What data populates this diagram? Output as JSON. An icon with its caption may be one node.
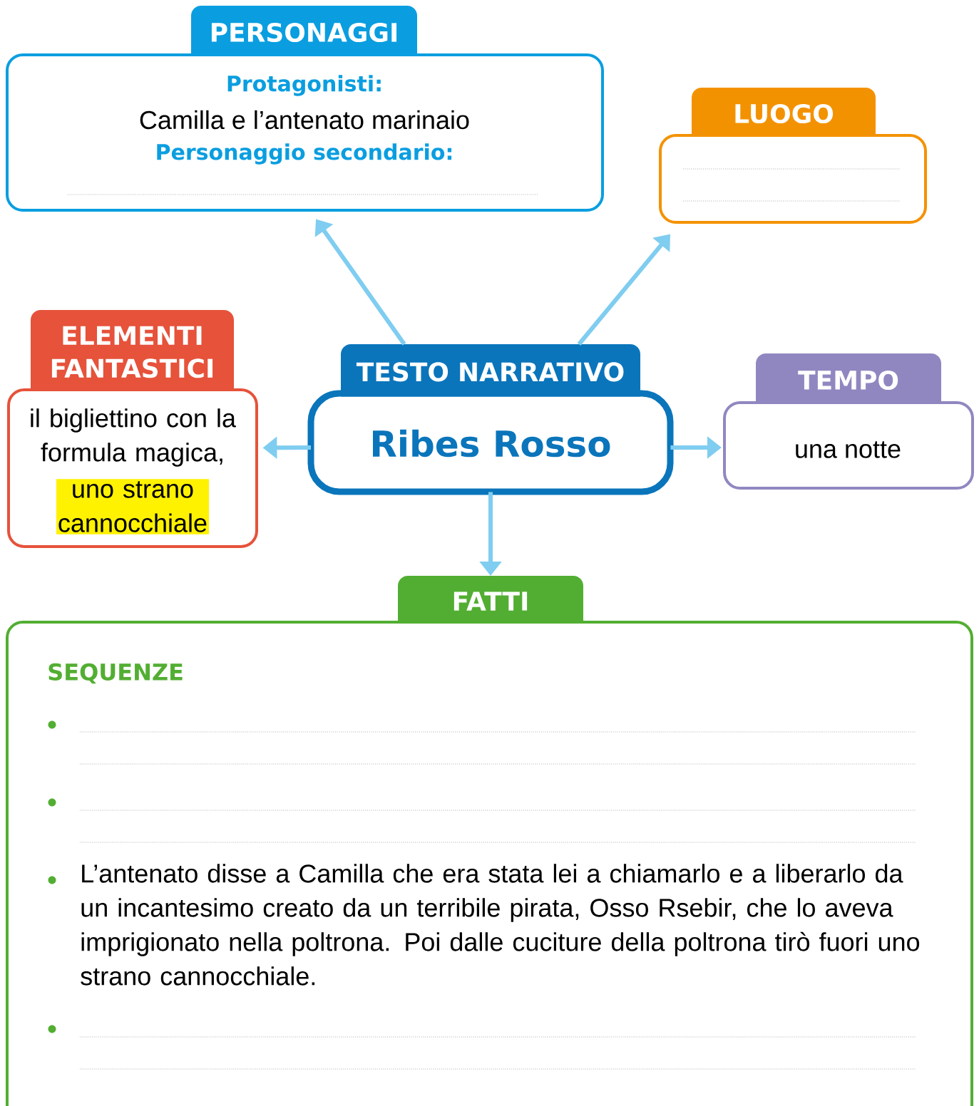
{
  "diagram": {
    "nodes": [
      {
        "text": [
          "PERSONAGGI",
          "Protagonisti:",
          "Camilla e l’antenato marinaio",
          "Personaggio secondario:"
        ]
      },
      {
        "text": [
          "LUOGO"
        ]
      },
      {
        "text": [
          "ELEMENTI FANTASTICI",
          "il bigliettino con la formula magica,",
          "uno strano cannocchiale"
        ]
      },
      {
        "text": [
          "TESTO NARRATIVO",
          "Ribes Rosso"
        ]
      },
      {
        "text": [
          "TEMPO",
          "una notte"
        ]
      },
      {
        "text": [
          "FATTI",
          "SEQUENZE",
          "L’antenato disse a Camilla che era stata lei a chiamarlo e a liberarlo da un incantesimo creato da un terribile pirata, Osso Rsebir, che lo aveva imprigionato nella poltrona. Poi dalle cuciture della poltrona tirò fuori uno strano cannocchiale."
        ]
      }
    ],
    "edges": [
      {
        "from": 3,
        "to": 0,
        "arrow": "to"
      },
      {
        "from": 3,
        "to": 1,
        "arrow": "to"
      },
      {
        "from": 3,
        "to": 2,
        "arrow": "to"
      },
      {
        "from": 3,
        "to": 4,
        "arrow": "to"
      },
      {
        "from": 3,
        "to": 5,
        "arrow": "to"
      }
    ]
  }
}
